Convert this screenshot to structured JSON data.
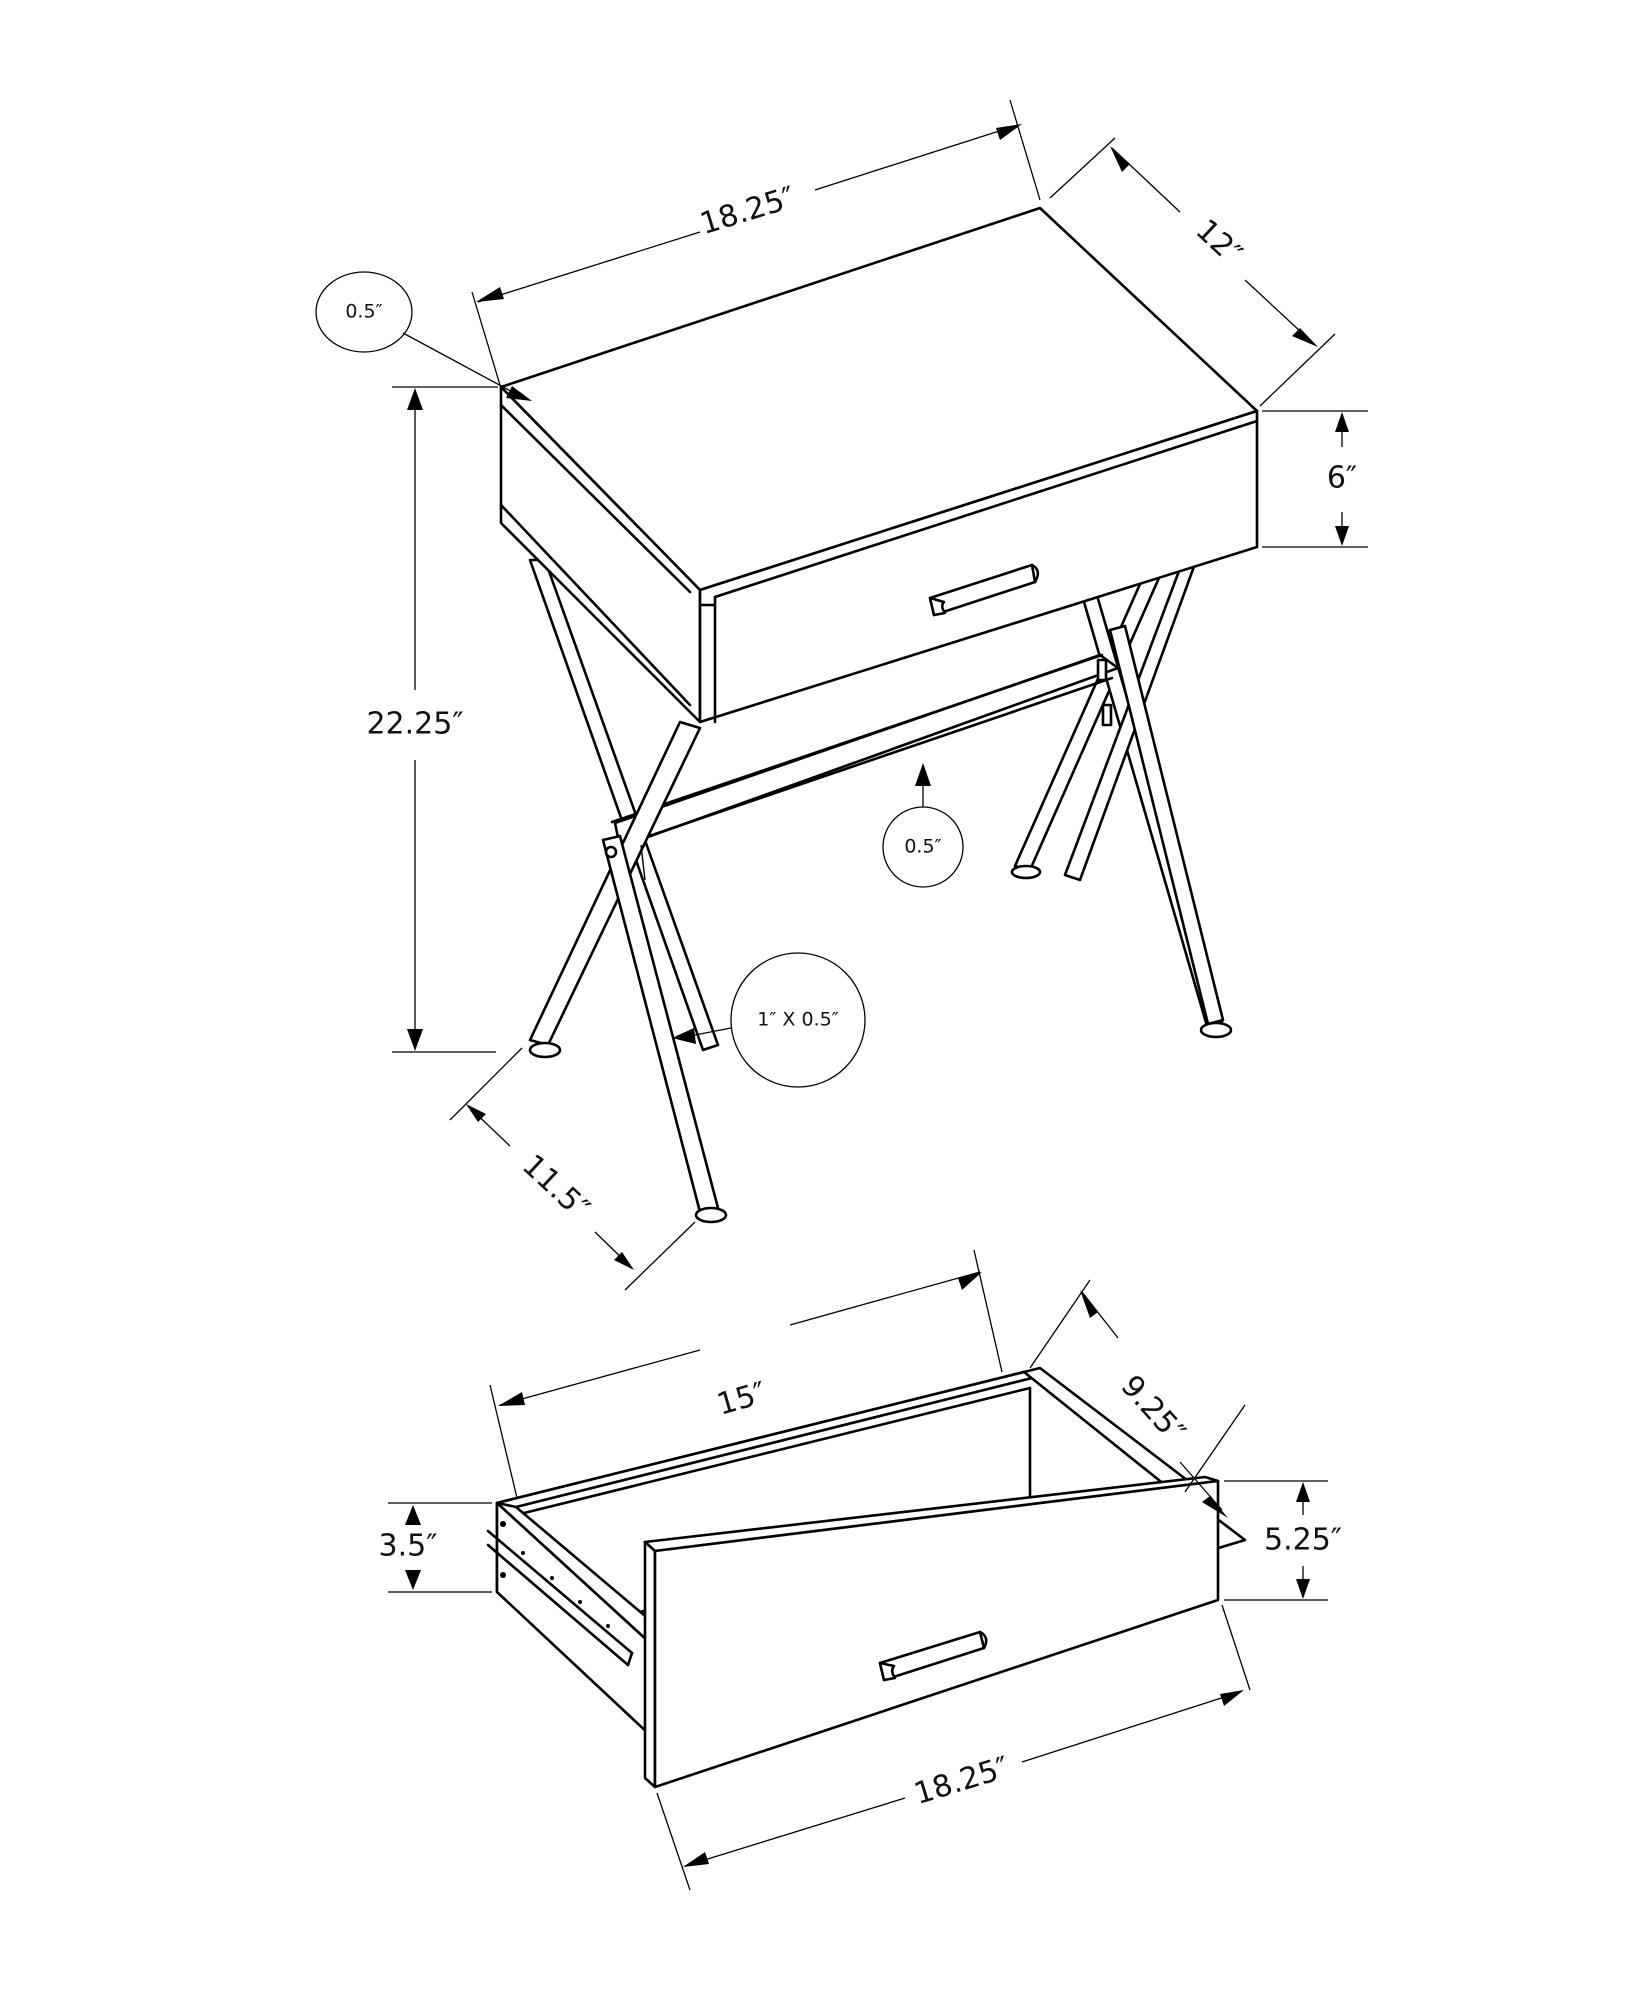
{
  "diagram": {
    "subject": "End table with one drawer and X-frame legs, plus removed drawer",
    "table": {
      "width_label": "18.25″",
      "depth_label": "12″",
      "height_label": "22.25″",
      "apron_height_label": "6″",
      "base_depth_label": "11.5″",
      "top_thickness_callout": "0.5″",
      "stretcher_thickness_callout": "0.5″",
      "leg_section_callout": "1″ X 0.5″"
    },
    "drawer": {
      "inner_width_label": "15″",
      "inner_depth_label": "9.25″",
      "side_height_label": "3.5″",
      "front_height_label": "5.25″",
      "front_width_label": "18.25″"
    },
    "colors": {
      "line": "#000000",
      "background": "#ffffff"
    }
  }
}
